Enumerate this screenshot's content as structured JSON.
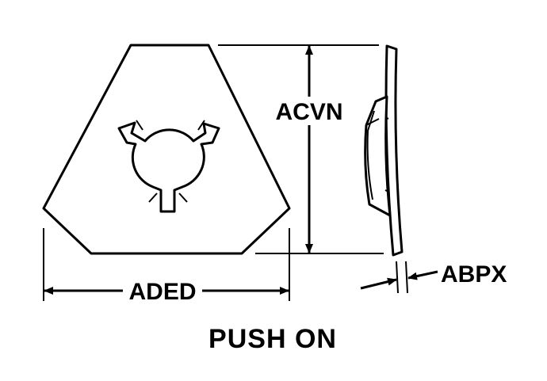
{
  "labels": {
    "height_dim": "ACVN",
    "width_dim": "ADED",
    "thickness_dim": "ABPX",
    "title": "PUSH ON"
  }
}
